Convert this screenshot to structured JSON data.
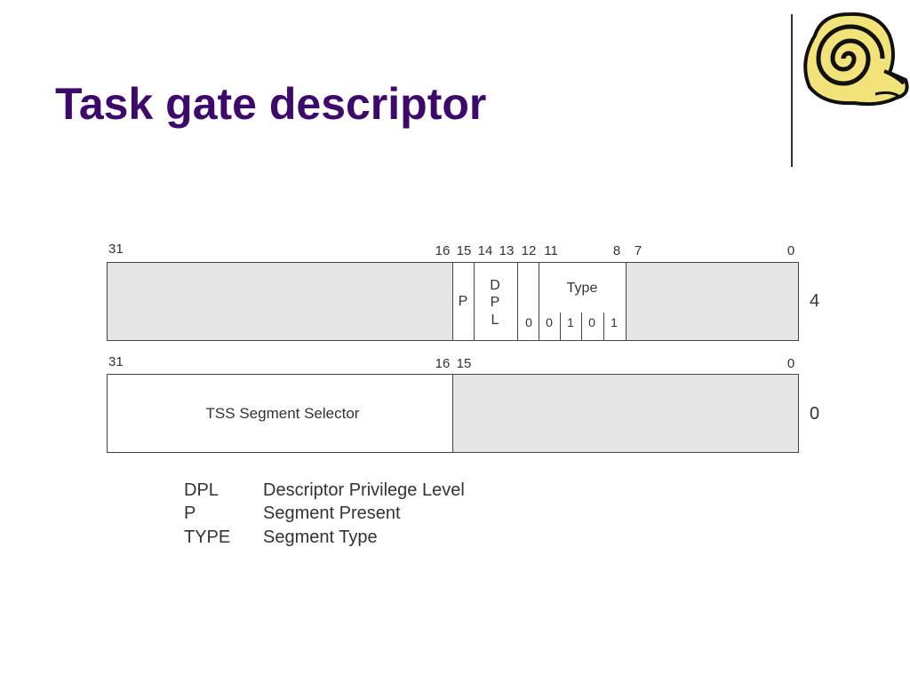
{
  "slide": {
    "title": "Task gate descriptor"
  },
  "diagram": {
    "upper_word": {
      "bit_labels": [
        "31",
        "16",
        "15",
        "14",
        "13",
        "12",
        "11",
        "8",
        "7",
        "0"
      ],
      "p_label": "P",
      "dpl_letters": [
        "D",
        "P",
        "L"
      ],
      "type_label": "Type",
      "bit12_value": "0",
      "type_bits": [
        "0",
        "1",
        "0",
        "1"
      ],
      "offset": "4"
    },
    "lower_word": {
      "bit_labels": [
        "31",
        "16",
        "15",
        "0"
      ],
      "selector_label": "TSS Segment Selector",
      "offset": "0"
    }
  },
  "legend": [
    {
      "abbr": "DPL",
      "desc": "Descriptor Privilege Level"
    },
    {
      "abbr": "P",
      "desc": "Segment Present"
    },
    {
      "abbr": "TYPE",
      "desc": "Segment Type"
    }
  ],
  "colors": {
    "title": "#3d0a6b",
    "reserved_fill": "#e6e6e6",
    "logo_fill": "#f2e27a"
  },
  "icons": {
    "logo": "spiral-scroll-icon"
  }
}
